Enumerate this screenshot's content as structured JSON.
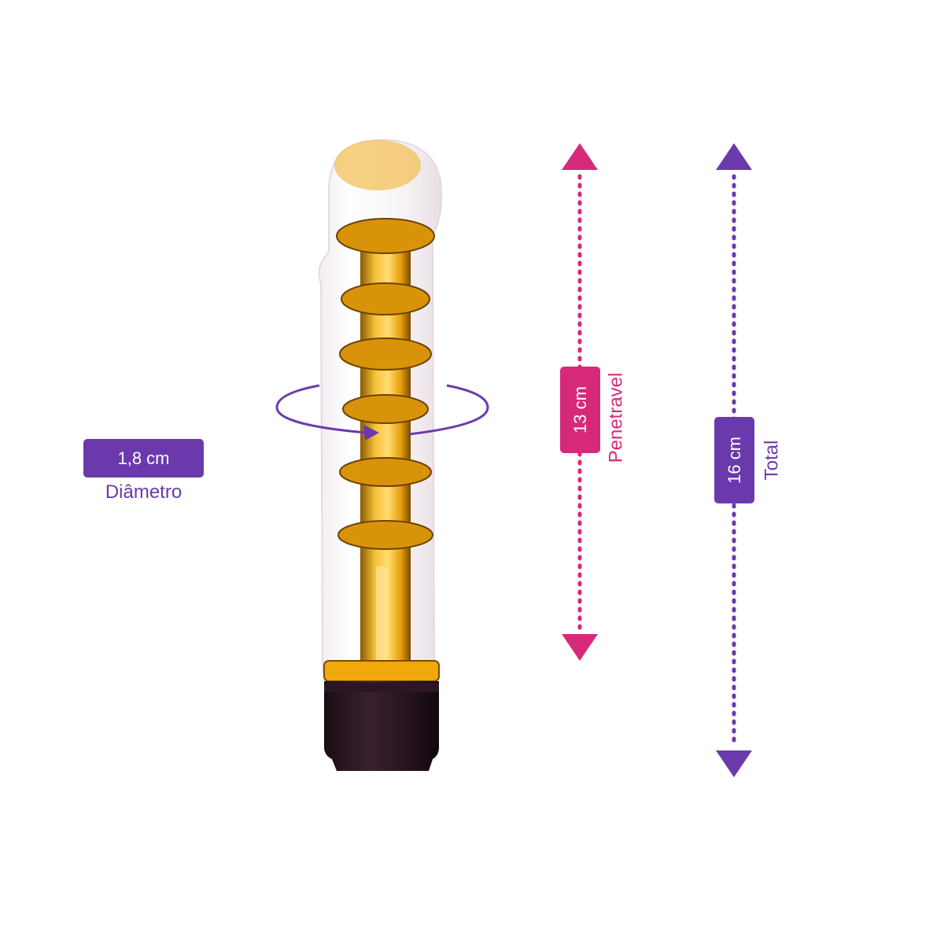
{
  "colors": {
    "purple": "#6a3aad",
    "pink": "#d6297a",
    "gold": "#e8a10a",
    "base": "#2a1522"
  },
  "diameter": {
    "value": "1,8 cm",
    "label": "Diâmetro"
  },
  "penetrable": {
    "value": "13 cm",
    "label": "Penetravel"
  },
  "total": {
    "value": "16 cm",
    "label": "Total"
  },
  "icons": [
    "rotation-arrow-icon",
    "up-arrow-icon",
    "down-arrow-icon"
  ]
}
